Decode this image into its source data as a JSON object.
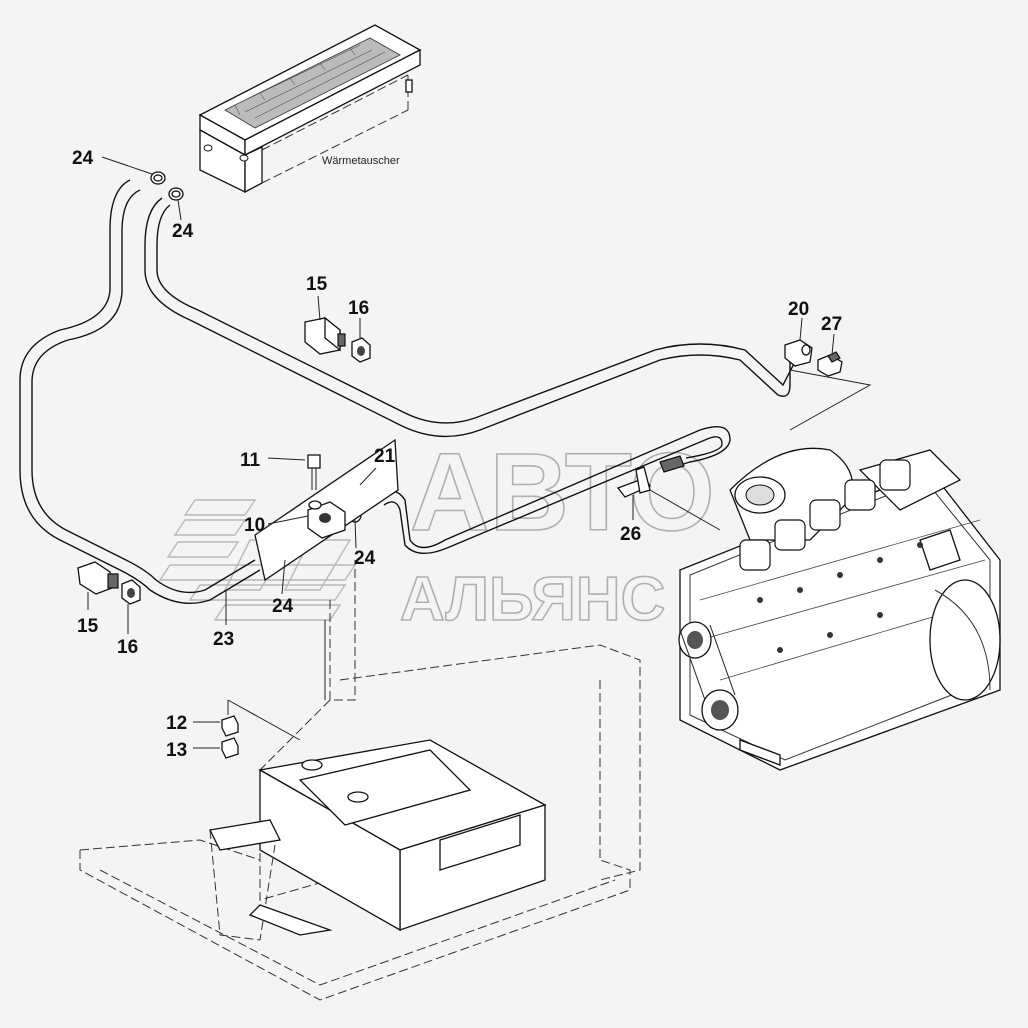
{
  "diagram": {
    "caption": "Wärmetauscher",
    "watermark": {
      "line1": "АВТО",
      "line2": "АЛЬЯНС"
    },
    "callouts": [
      {
        "id": "c24a",
        "label": "24"
      },
      {
        "id": "c24b",
        "label": "24"
      },
      {
        "id": "c24c",
        "label": "24"
      },
      {
        "id": "c24d",
        "label": "24"
      },
      {
        "id": "c15a",
        "label": "15"
      },
      {
        "id": "c16a",
        "label": "16"
      },
      {
        "id": "c15b",
        "label": "15"
      },
      {
        "id": "c16b",
        "label": "16"
      },
      {
        "id": "c20",
        "label": "20"
      },
      {
        "id": "c27",
        "label": "27"
      },
      {
        "id": "c11",
        "label": "11"
      },
      {
        "id": "c21",
        "label": "21"
      },
      {
        "id": "c10",
        "label": "10"
      },
      {
        "id": "c26",
        "label": "26"
      },
      {
        "id": "c23",
        "label": "23"
      },
      {
        "id": "c12",
        "label": "12"
      },
      {
        "id": "c13",
        "label": "13"
      }
    ]
  }
}
